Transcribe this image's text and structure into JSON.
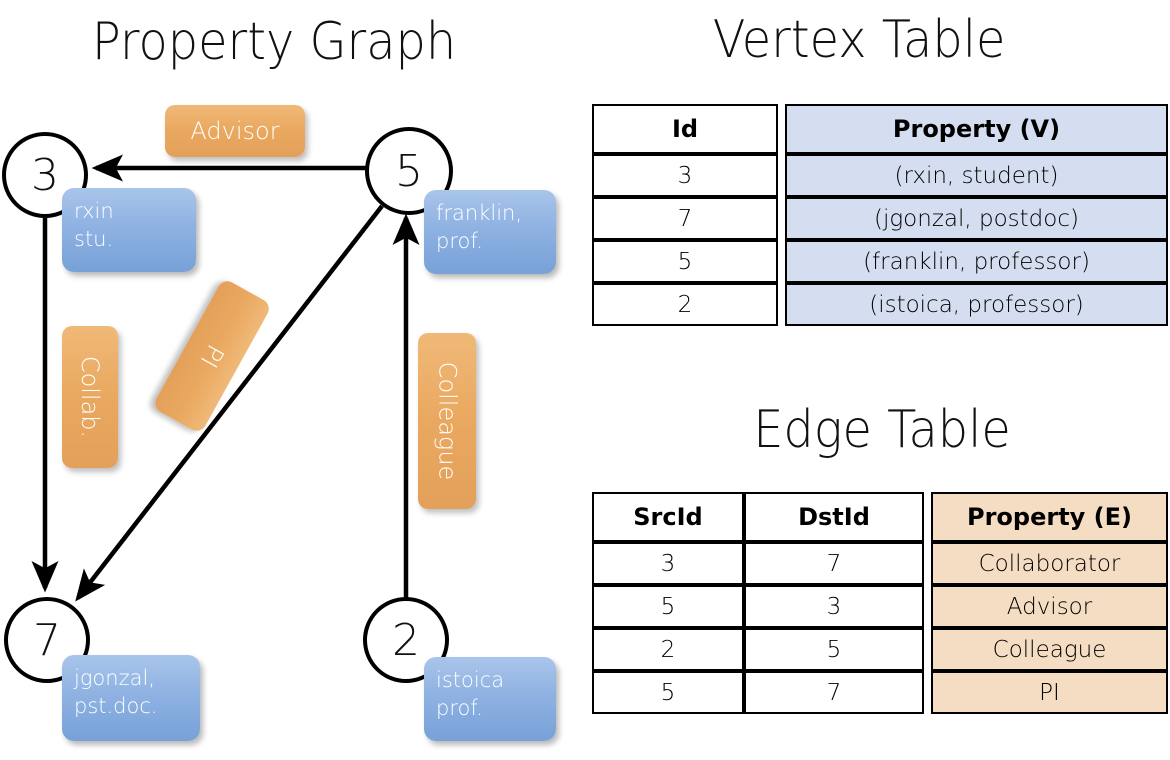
{
  "titles": {
    "property_graph": "Property Graph",
    "vertex_table": "Vertex Table",
    "edge_table": "Edge Table"
  },
  "graph": {
    "nodes": [
      {
        "id": "3",
        "label": "rxin\nstu."
      },
      {
        "id": "5",
        "label": "franklin,\nprof."
      },
      {
        "id": "7",
        "label": "jgonzal,\npst.doc."
      },
      {
        "id": "2",
        "label": "istoica\nprof."
      }
    ],
    "node_ids": {
      "n3": "3",
      "n5": "5",
      "n7": "7",
      "n2": "2"
    },
    "node_props": {
      "rxin_line1": "rxin",
      "rxin_line2": "stu.",
      "franklin_line1": "franklin,",
      "franklin_line2": "prof.",
      "jgonzal_line1": "jgonzal,",
      "jgonzal_line2": "pst.doc.",
      "istoica_line1": "istoica",
      "istoica_line2": "prof."
    },
    "edge_labels": {
      "advisor": "Advisor",
      "collab": "Collab.",
      "pi": "PI",
      "colleague": "Colleague"
    },
    "edges": [
      {
        "from": "5",
        "to": "3",
        "label": "Advisor"
      },
      {
        "from": "3",
        "to": "7",
        "label": "Collab."
      },
      {
        "from": "5",
        "to": "7",
        "label": "PI"
      },
      {
        "from": "2",
        "to": "5",
        "label": "Colleague"
      }
    ]
  },
  "vertex_table": {
    "headers": [
      "Id",
      "Property (V)"
    ],
    "rows": [
      {
        "id": "3",
        "property": "(rxin, student)"
      },
      {
        "id": "7",
        "property": "(jgonzal, postdoc)"
      },
      {
        "id": "5",
        "property": "(franklin, professor)"
      },
      {
        "id": "2",
        "property": "(istoica, professor)"
      }
    ]
  },
  "edge_table": {
    "headers": [
      "SrcId",
      "DstId",
      "Property (E)"
    ],
    "rows": [
      {
        "src": "3",
        "dst": "7",
        "property": "Collaborator"
      },
      {
        "src": "5",
        "dst": "3",
        "property": "Advisor"
      },
      {
        "src": "2",
        "dst": "5",
        "property": "Colleague"
      },
      {
        "src": "5",
        "dst": "7",
        "property": "PI"
      }
    ]
  },
  "colors": {
    "vertex_property_bg": "#d4def0",
    "edge_property_bg": "#f5ddc4",
    "chip_orange": "#e9a85f",
    "bubble_blue": "#8fb2e2",
    "stroke": "#000000"
  }
}
